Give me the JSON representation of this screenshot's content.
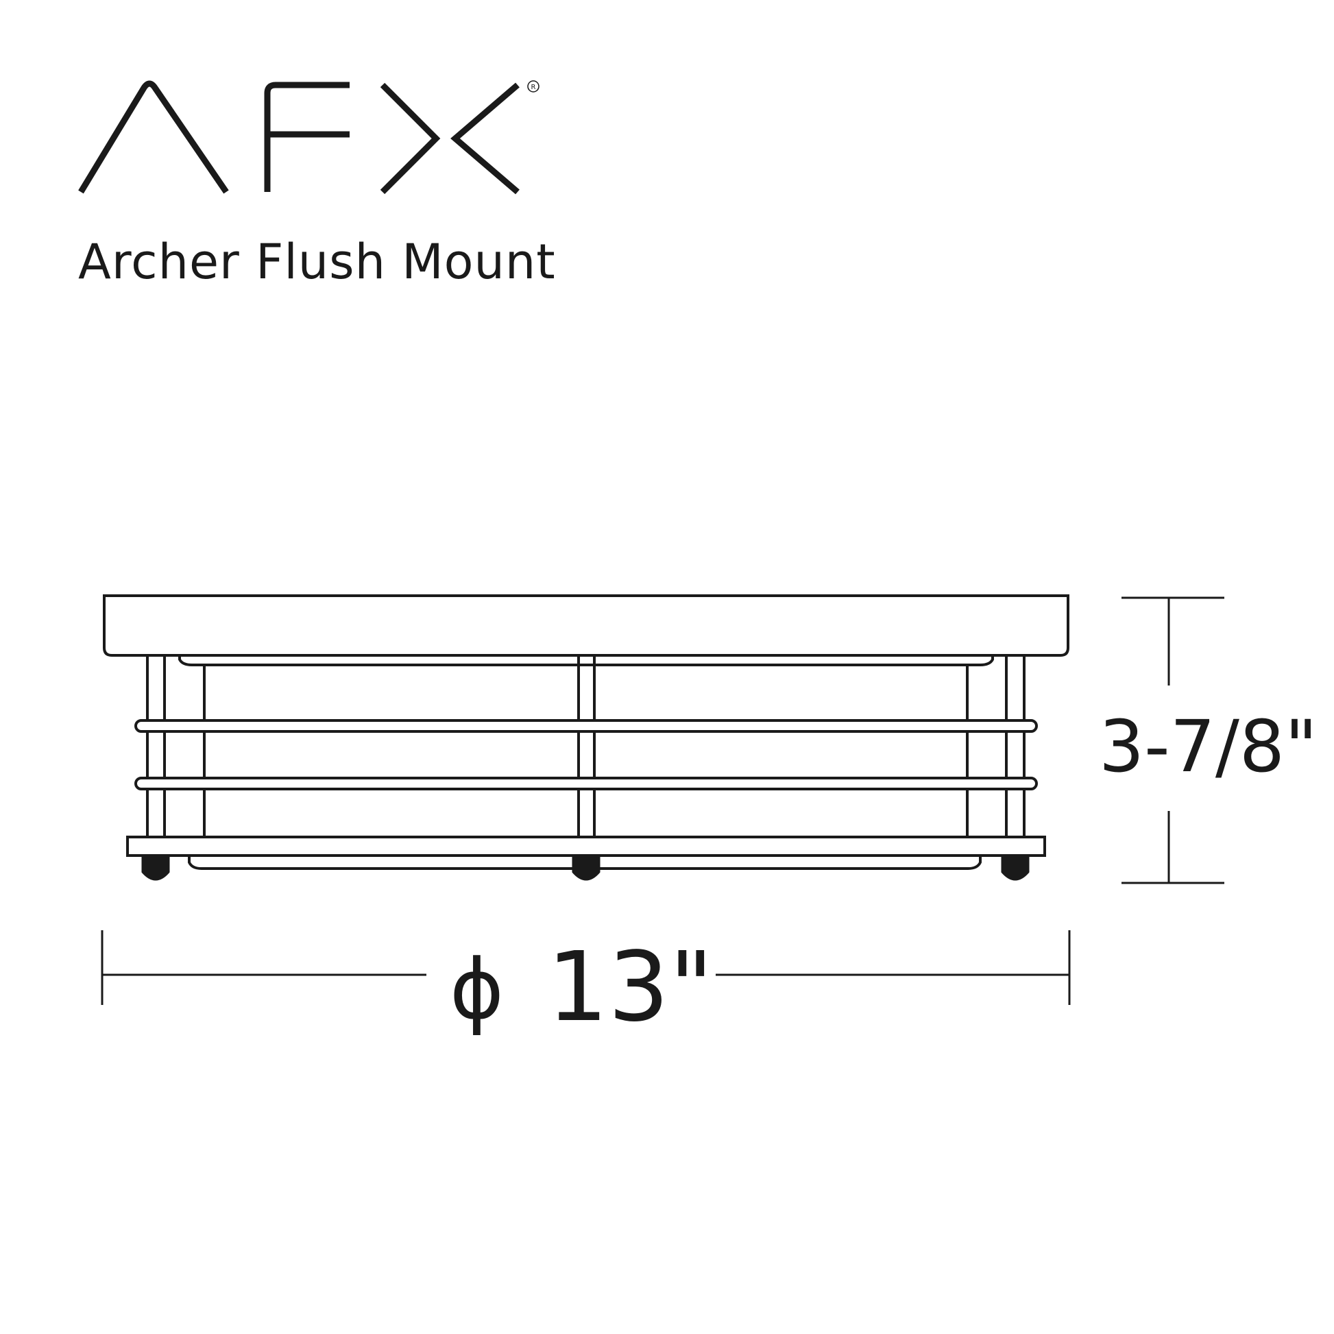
{
  "brand": {
    "logo_text": "AFX",
    "registered_mark": "®"
  },
  "product": {
    "name": "Archer Flush Mount"
  },
  "dimensions": {
    "height_label": "3-7/8\"",
    "diameter_symbol": "ϕ",
    "diameter_label": "13\""
  },
  "colors": {
    "line": "#1a1a1a",
    "background": "#ffffff"
  }
}
